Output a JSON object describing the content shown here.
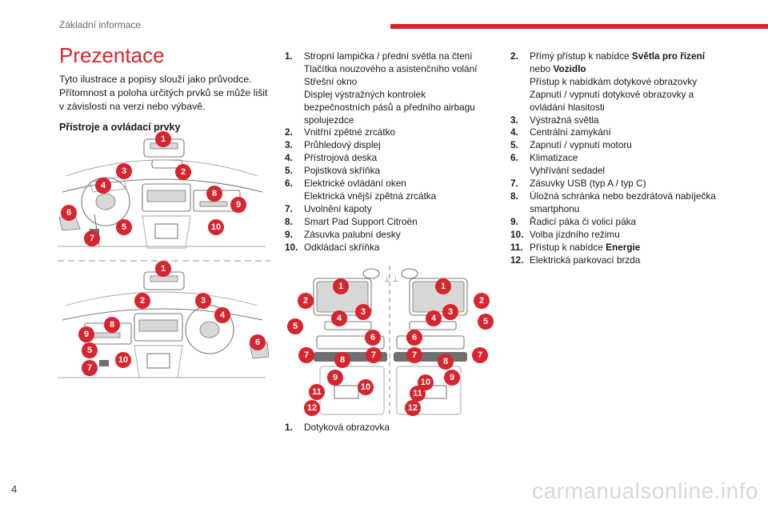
{
  "header": {
    "section": "Základní informace",
    "accent": "#d6252f"
  },
  "page_number": "4",
  "watermark": "carmanualsonline.info",
  "col1": {
    "title": "Prezentace",
    "intro": "Tyto ilustrace a popisy slouží jako průvodce. Přítomnost a poloha určitých prvků se může lišit v závislosti na verzi nebo výbavě.",
    "subheading": "Přístroje a ovládací prvky"
  },
  "list_a": [
    {
      "num": "1.",
      "lines": [
        "Stropní lampička / přední světla na čtení",
        "Tlačítka nouzového a asistenčního volání",
        "Střešní okno",
        "Displej výstražných kontrolek bezpečnostních pásů a předního airbagu spolujezdce"
      ]
    },
    {
      "num": "2.",
      "lines": [
        "Vnitřní zpětné zrcátko"
      ]
    },
    {
      "num": "3.",
      "lines": [
        "Průhledový displej"
      ]
    },
    {
      "num": "4.",
      "lines": [
        "Přístrojová deska"
      ]
    },
    {
      "num": "5.",
      "lines": [
        "Pojistková skříňka"
      ]
    },
    {
      "num": "6.",
      "lines": [
        "Elektrické ovládání oken",
        "Elektrická vnější zpětná zrcátka"
      ]
    },
    {
      "num": "7.",
      "lines": [
        "Uvolnění kapoty"
      ]
    },
    {
      "num": "8.",
      "lines": [
        "Smart Pad Support Citroën"
      ]
    },
    {
      "num": "9.",
      "lines": [
        "Zásuvka palubní desky"
      ]
    },
    {
      "num": "10.",
      "lines": [
        "Odkládací skříňka"
      ]
    }
  ],
  "list_b": [
    {
      "num": "1.",
      "lines": [
        "Dotyková obrazovka"
      ]
    }
  ],
  "list_c": {
    "item2": {
      "num": "2.",
      "pre": "Přímý přístup k nabídce ",
      "bold1": "Světla pro řízení",
      "mid": "nebo ",
      "bold2": "Vozidlo",
      "rest": [
        "Přístup k nabídkám dotykové obrazovky",
        "Zapnutí / vypnutí dotykové obrazovky a ovládání hlasitosti"
      ]
    },
    "items": [
      {
        "num": "3.",
        "lines": [
          "Výstražná světla"
        ]
      },
      {
        "num": "4.",
        "lines": [
          "Centrální zamykání"
        ]
      },
      {
        "num": "5.",
        "lines": [
          "Zapnutí / vypnutí motoru"
        ]
      },
      {
        "num": "6.",
        "lines": [
          "Klimatizace",
          "Vyhřívání sedadel"
        ]
      },
      {
        "num": "7.",
        "lines": [
          "Zásuvky USB (typ A / typ C)"
        ]
      },
      {
        "num": "8.",
        "lines": [
          "Úložná schránka nebo bezdrátová nabíječka smartphonu"
        ]
      },
      {
        "num": "9.",
        "lines": [
          "Řadicí páka či volicí páka"
        ]
      },
      {
        "num": "10.",
        "lines": [
          "Volba jízdního režimu"
        ]
      }
    ],
    "item11": {
      "num": "11.",
      "pre": "Přístup k nabídce ",
      "bold": "Energie"
    },
    "item12": {
      "num": "12.",
      "lines": [
        "Elektrická parkovací brzda"
      ]
    }
  },
  "diagram_dash": {
    "top_badges": [
      "1",
      "2",
      "3",
      "4",
      "5",
      "6",
      "7",
      "8",
      "9",
      "10"
    ],
    "bottom_badges": [
      "1",
      "2",
      "3",
      "4",
      "5",
      "6",
      "7",
      "8",
      "9",
      "10"
    ]
  },
  "diagram_console": {
    "left_badges": [
      "1",
      "2",
      "3",
      "4",
      "5",
      "6",
      "7",
      "7",
      "8",
      "9",
      "10",
      "11",
      "12"
    ],
    "right_badges": [
      "1",
      "2",
      "3",
      "4",
      "5",
      "6",
      "7",
      "7",
      "8",
      "9",
      "10",
      "11",
      "12"
    ]
  }
}
